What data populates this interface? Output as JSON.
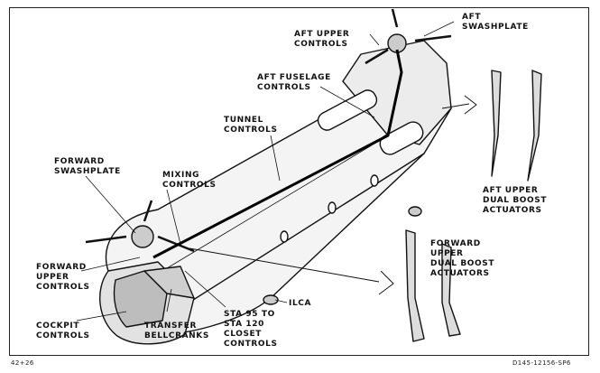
{
  "labels": {
    "aft_upper_controls": [
      "AFT UPPER",
      "CONTROLS"
    ],
    "aft_swashplate": [
      "AFT",
      "SWASHPLATE"
    ],
    "aft_fuselage_controls": [
      "AFT FUSELAGE",
      "CONTROLS"
    ],
    "tunnel_controls": [
      "TUNNEL",
      "CONTROLS"
    ],
    "forward_swashplate": [
      "FORWARD",
      "SWASHPLATE"
    ],
    "mixing_controls": [
      "MIXING",
      "CONTROLS"
    ],
    "aft_upper_dual_boost": [
      "AFT UPPER",
      "DUAL BOOST",
      "ACTUATORS"
    ],
    "forward_upper_dual_boost": [
      "FORWARD",
      "UPPER",
      "DUAL BOOST",
      "ACTUATORS"
    ],
    "forward_upper_controls": [
      "FORWARD",
      "UPPER",
      "CONTROLS"
    ],
    "ilca": [
      "ILCA"
    ],
    "cockpit_controls": [
      "COCKPIT",
      "CONTROLS"
    ],
    "transfer_bellcranks": [
      "TRANSFER",
      "BELLCRANKS"
    ],
    "sta_closet_controls": [
      "STA 95 TO",
      "STA 120",
      "CLOSET",
      "CONTROLS"
    ]
  },
  "footer": {
    "left_code": "42+26",
    "right_code": "D145-12156-SP6"
  }
}
